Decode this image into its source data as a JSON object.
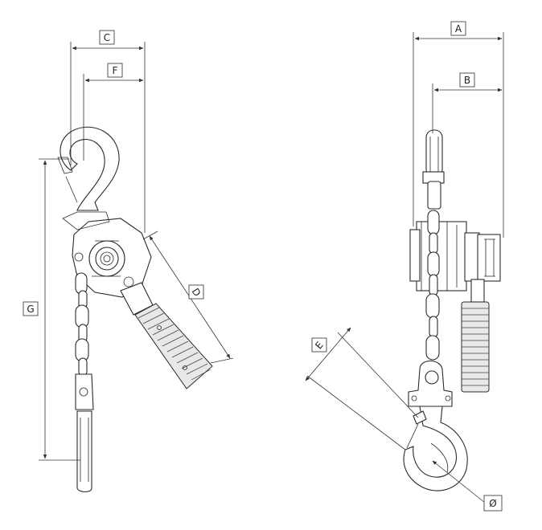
{
  "labels": {
    "A": "A",
    "B": "B",
    "C": "C",
    "D": "D",
    "E": "E",
    "F": "F",
    "G": "G",
    "diameter": "Ø"
  }
}
